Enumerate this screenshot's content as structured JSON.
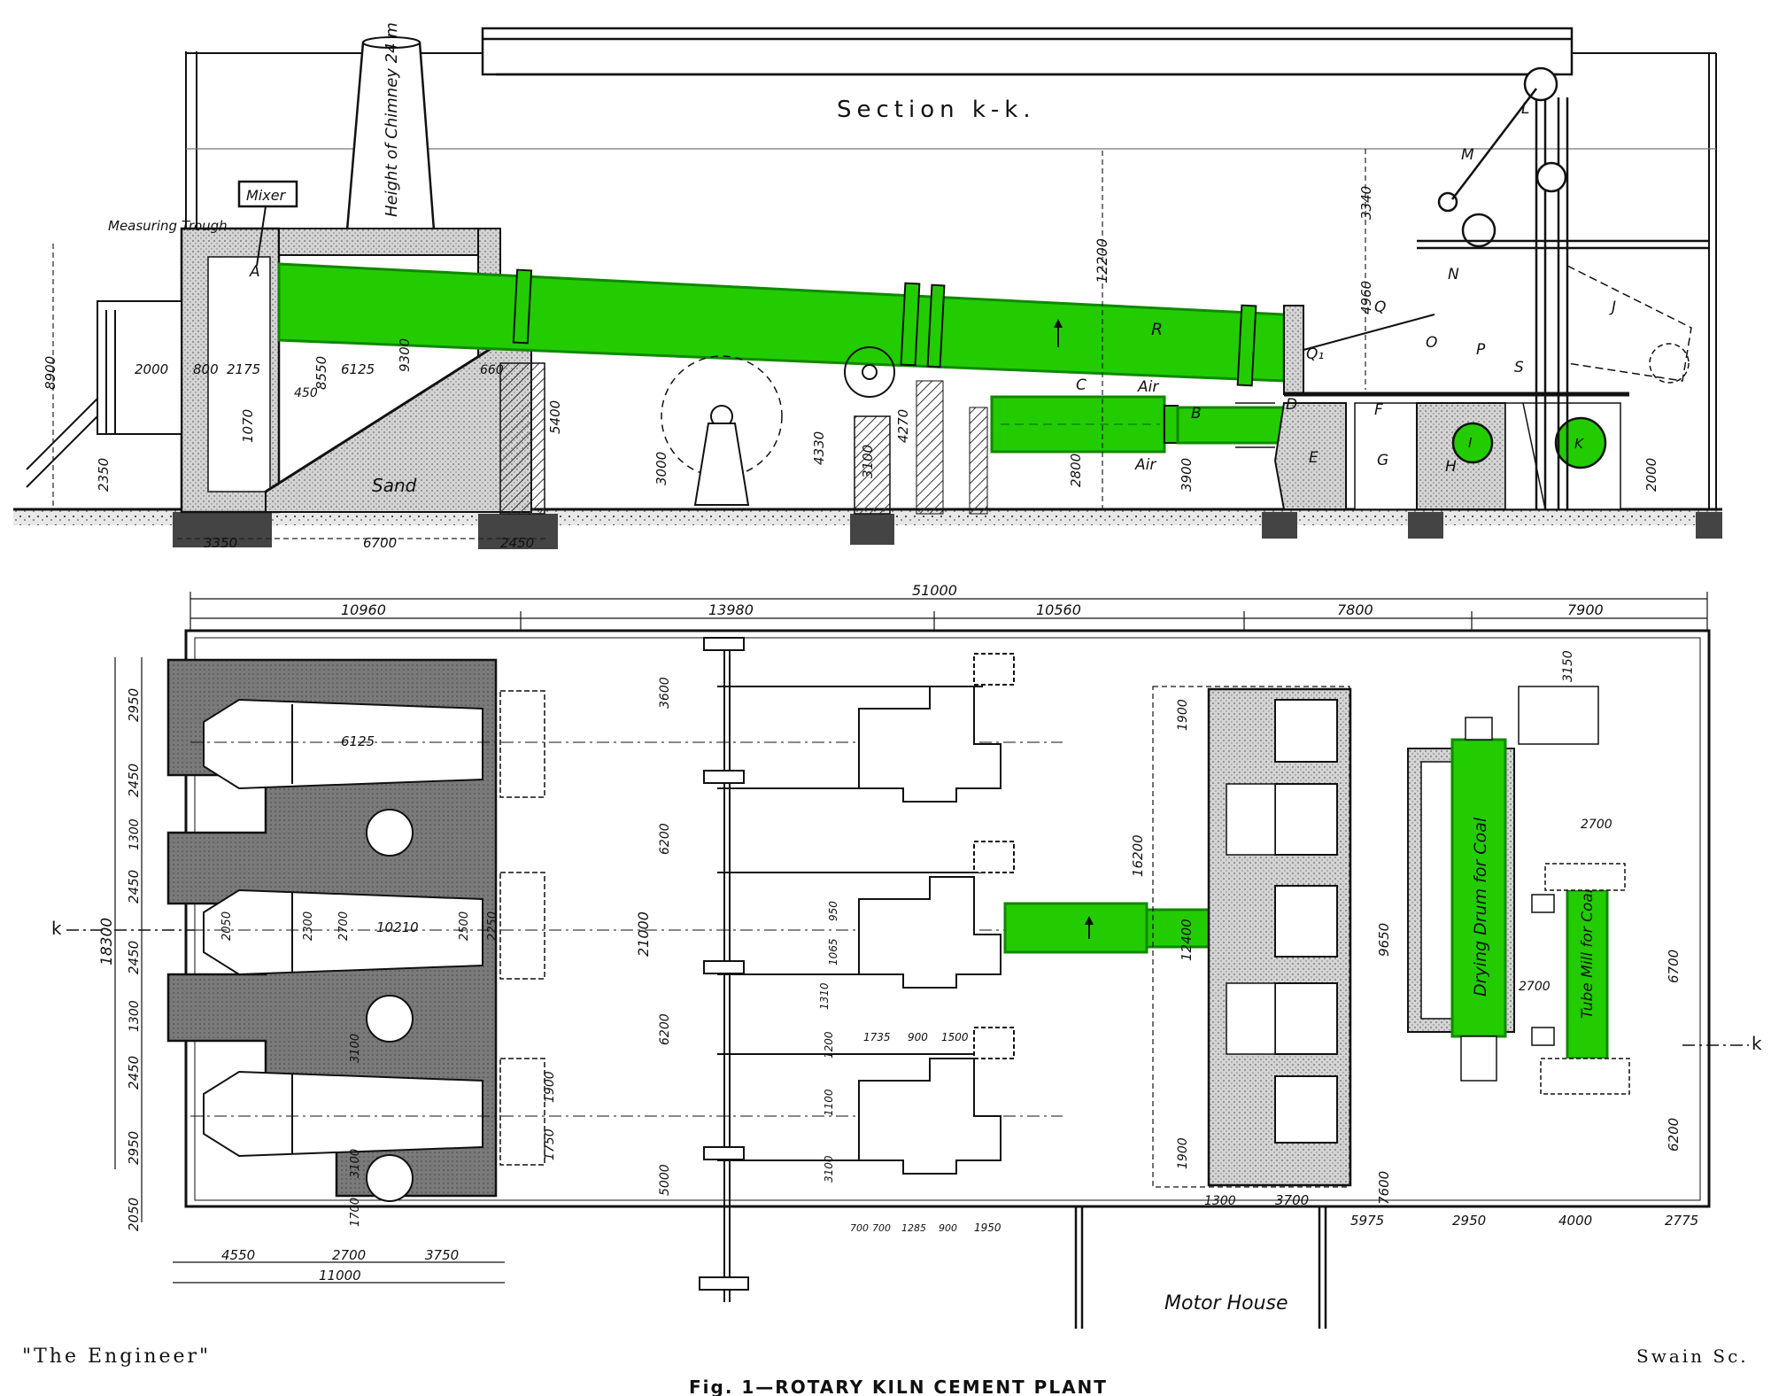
{
  "titles": {
    "section": "Section k-k.",
    "figure": "Fig. 1—ROTARY KILN CEMENT PLANT",
    "publication": "\"The Engineer\"",
    "engraver": "Swain Sc.",
    "motor_house": "Motor House",
    "section_marker": "k"
  },
  "section_labels": {
    "mixer": "Mixer",
    "measuring_trough": "Measuring Trough",
    "chimney": "Height of Chimney 24 m",
    "sand": "Sand",
    "air_top": "Air",
    "air_bottom": "Air",
    "A": "A",
    "B": "B",
    "C": "C",
    "D": "D",
    "E": "E",
    "F": "F",
    "G": "G",
    "H": "H",
    "I": "I",
    "J": "J",
    "K": "K",
    "L": "L",
    "M": "M",
    "N": "N",
    "O": "O",
    "P": "P",
    "Q": "Q",
    "Q1": "Q₁",
    "R": "R",
    "S": "S"
  },
  "section_dims": {
    "d8900": "8900",
    "d2350": "2350",
    "d2000": "2000",
    "d800": "800",
    "d2175": "2175",
    "d1070": "1070",
    "d450": "450",
    "d8550": "8550",
    "d6125": "6125",
    "d9300": "9300",
    "d660": "660",
    "d5400": "5400",
    "d12200": "12200",
    "d3340": "3340",
    "d4960": "4960",
    "d3000": "3000",
    "d4330": "4330",
    "d3100": "3100",
    "d4270": "4270",
    "d2800": "2800",
    "d3900": "3900",
    "d2000b": "2000",
    "d3350": "3350",
    "d6700": "6700",
    "d2450": "2450"
  },
  "plan_labels": {
    "drying_drum": "Drying Drum for Coal",
    "tube_mill": "Tube Mill for Coal"
  },
  "plan_dims": {
    "top_total": "51000",
    "top1": "10960",
    "top2": "13980",
    "top3": "10560",
    "top4": "7800",
    "top5": "7900",
    "left_total": "18300",
    "l2950a": "2950",
    "l2450a": "2450",
    "l1300a": "1300",
    "l2450b": "2450",
    "l2450c": "2450",
    "l1300b": "1300",
    "l2450d": "2450",
    "l2950b": "2950",
    "l2050": "2050",
    "k6125": "6125",
    "k10210": "10210",
    "k2050": "2050",
    "k2300": "2300",
    "k2700": "2700",
    "k2500": "2500",
    "k2250": "2250",
    "k3100a": "3100",
    "k3100b": "3100",
    "k1700": "1700",
    "k1900": "1900",
    "k1750": "1750",
    "b4550": "4550",
    "b2700": "2700",
    "b3750": "3750",
    "b11000": "11000",
    "v21000": "21000",
    "v3600": "3600",
    "v6200a": "6200",
    "v6200b": "6200",
    "v5000": "5000",
    "m1065": "1065",
    "m950": "950",
    "m1310": "1310",
    "m1735": "1735",
    "m900": "900",
    "m1500": "1500",
    "m1200": "1200",
    "m1100": "1100",
    "m3100": "3100",
    "m700a": "700",
    "m700b": "700",
    "m1285": "1285",
    "m900b": "900",
    "m1950": "1950",
    "c16200": "16200",
    "c12400": "12400",
    "c1900a": "1900",
    "c1900b": "1900",
    "c1300": "1300",
    "c3700": "3700",
    "c5975": "5975",
    "c9650": "9650",
    "c7600": "7600",
    "c2950": "2950",
    "c4000": "4000",
    "c2775": "2775",
    "c3150": "3150",
    "c2700a": "2700",
    "c2700b": "2700",
    "c6700": "6700",
    "c6200": "6200"
  },
  "colors": {
    "highlight": "#22cc00",
    "highlight_dark": "#118800",
    "ink": "#111111",
    "concrete": "#9a9a9a",
    "concrete_light": "#c8c8c8",
    "paper": "#ffffff"
  }
}
